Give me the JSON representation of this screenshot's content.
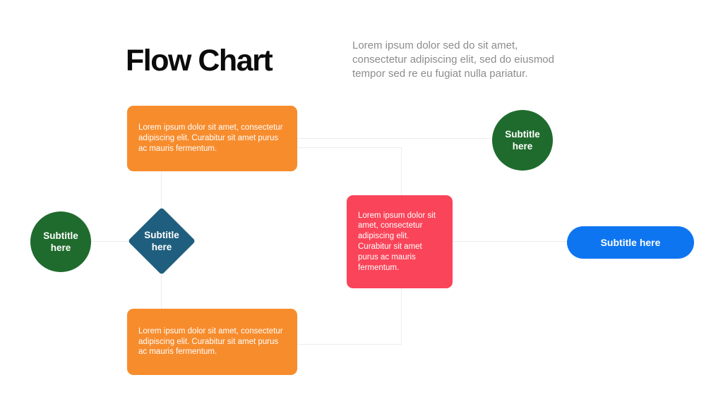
{
  "slide": {
    "title": "Flow Chart",
    "description": "Lorem ipsum dolor sed do sit amet, consectetur adipiscing elit, sed do eiusmod tempor sed re eu fugiat nulla pariatur.",
    "background": "#ffffff",
    "connector_color": "#ececec",
    "title_color": "#0b0b0b",
    "description_color": "#8c8c8c"
  },
  "nodes": {
    "process_top": {
      "shape": "rounded-rect",
      "color": "#f78c2d",
      "text": "Lorem ipsum dolor sit amet, consectetur adipiscing elit. Curabitur sit amet purus ac mauris fermentum."
    },
    "process_bottom": {
      "shape": "rounded-rect",
      "color": "#f78c2d",
      "text": "Lorem ipsum dolor sit amet, consectetur adipiscing elit. Curabitur sit amet purus ac mauris fermentum."
    },
    "detail_center": {
      "shape": "rounded-rect",
      "color": "#fa4459",
      "text": "Lorem ipsum dolor sit amet, consectetur adipiscing elit. Curabitur sit amet purus ac mauris fermentum."
    },
    "start_left": {
      "shape": "circle",
      "color": "#1f6b2d",
      "label": "Subtitle here"
    },
    "end_top_right": {
      "shape": "circle",
      "color": "#1f6b2d",
      "label": "Subtitle here"
    },
    "decision": {
      "shape": "diamond",
      "color": "#1f5e7e",
      "label": "Subtitle here"
    },
    "cta_right": {
      "shape": "pill",
      "color": "#0e75f1",
      "label": "Subtitle here"
    }
  },
  "connectors": [
    {
      "from": "start-left-circle",
      "to": "decision-diamond"
    },
    {
      "from": "decision-diamond",
      "to": "process-top-box"
    },
    {
      "from": "decision-diamond",
      "to": "process-bottom-box"
    },
    {
      "from": "process-top-box",
      "to": "end-top-right-circle"
    },
    {
      "from": "process-top-box",
      "to": "detail-center-box"
    },
    {
      "from": "detail-center-box",
      "to": "process-bottom-box"
    },
    {
      "from": "detail-center-box",
      "to": "cta-right-pill"
    }
  ]
}
